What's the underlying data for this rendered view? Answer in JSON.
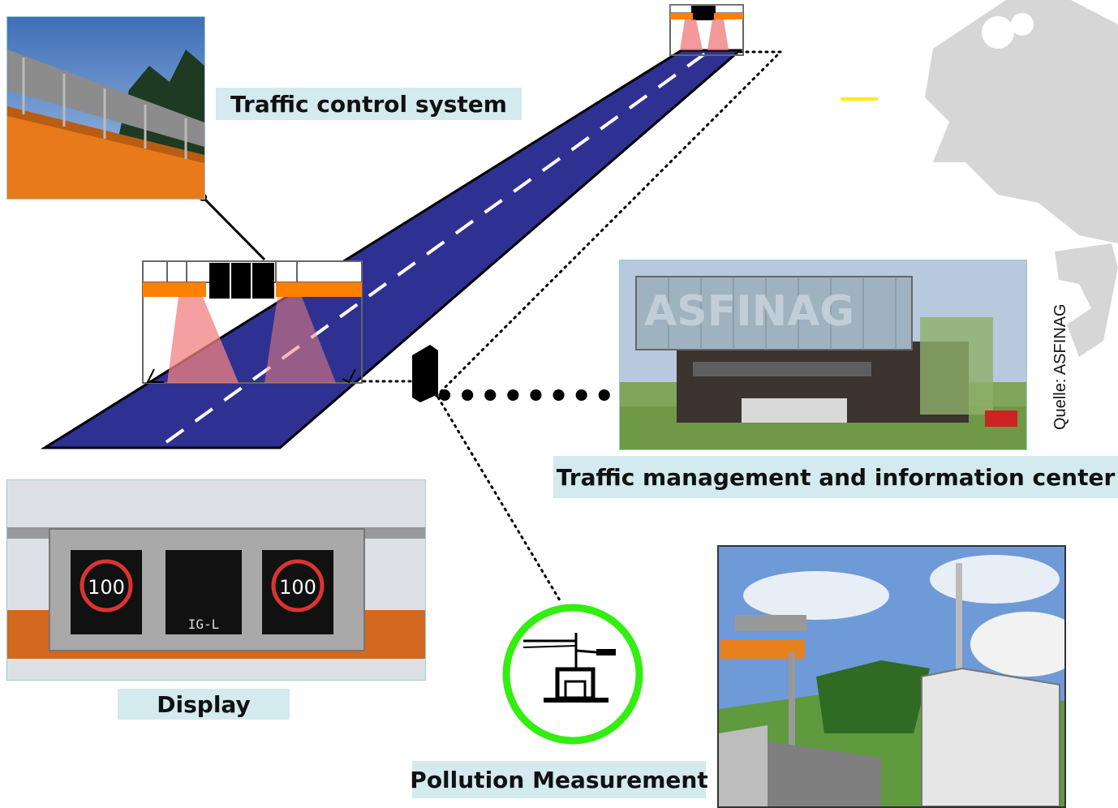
{
  "labels": {
    "traffic_control": "Traffic control system",
    "tmic": "Traffic management and information center",
    "display": "Display",
    "pollution": "Pollution Measurement",
    "source": "Quelle: ASFINAG"
  },
  "photos": {
    "building_sign": "ASFINAG",
    "sign_speed_left": "100",
    "sign_speed_right": "100",
    "sign_center_text": "IG-L"
  },
  "colors": {
    "road": "#2e3192",
    "gantry_bar": "#ff8000",
    "sensor_beam": "#f08080",
    "label_bg": "#d3eaee",
    "pollution_ring": "#33ee11",
    "accent_dash": "#ffee00"
  }
}
